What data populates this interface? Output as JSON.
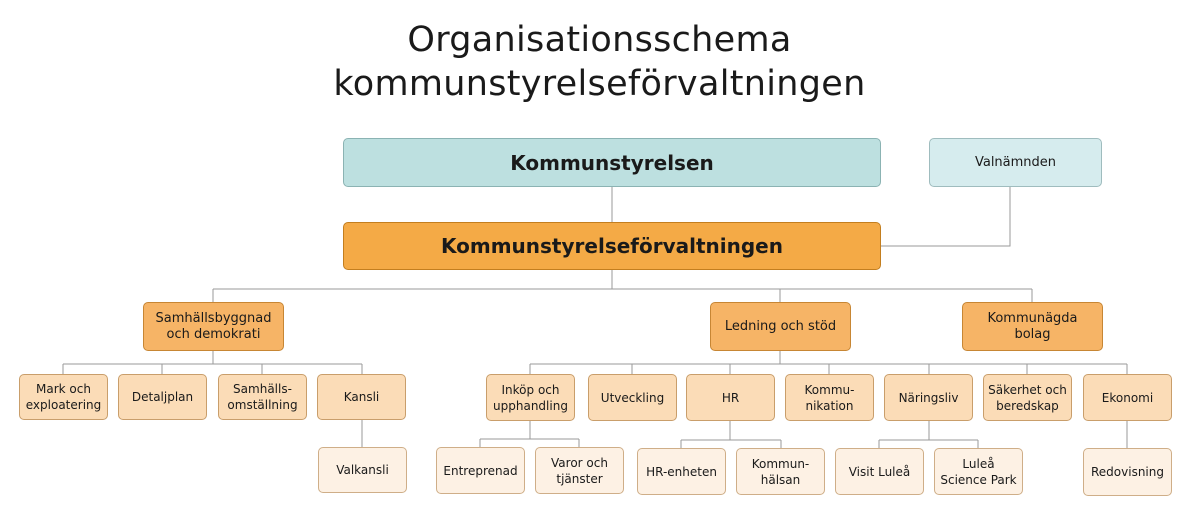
{
  "title_line1": "Organisationsschema",
  "title_line2": "kommunstyrelseförvaltningen",
  "nodes": {
    "kommunstyrelsen": "Kommunstyrelsen",
    "valnamnden": "Valnämnden",
    "ksf": "Kommunstyrelseförvaltningen",
    "samhallsbyggnad": "Samhällsbyggnad\noch demokrati",
    "ledning": "Ledning och stöd",
    "kommunagda": "Kommunägda\nbolag",
    "mark": "Mark och\nexploatering",
    "detaljplan": "Detaljplan",
    "samhallsomstallning": "Samhälls-\nomställning",
    "kansli": "Kansli",
    "valkansli": "Valkansli",
    "inkop": "Inköp och\nupphandling",
    "utveckling": "Utveckling",
    "hr": "HR",
    "kommunikation": "Kommu-\nnikation",
    "naringsliv": "Näringsliv",
    "sakerhet": "Säkerhet och\nberedskap",
    "ekonomi": "Ekonomi",
    "entreprenad": "Entreprenad",
    "varor": "Varor och\ntjänster",
    "hrenheten": "HR-enheten",
    "kommunhalsan": "Kommun-\nhälsan",
    "visitlulea": "Visit Luleå",
    "science": "Luleå\nScience Park",
    "redovisning": "Redovisning"
  }
}
